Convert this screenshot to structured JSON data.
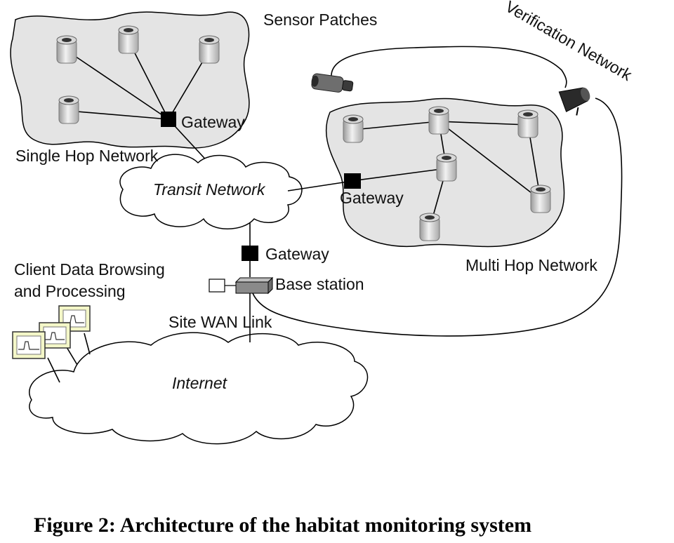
{
  "labels": {
    "sensor_patches": "Sensor Patches",
    "verification_network": "Verification Network",
    "single_hop_network": "Single Hop Network",
    "gateway_single": "Gateway",
    "transit_network": "Transit Network",
    "gateway_multi": "Gateway",
    "multi_hop_network": "Multi Hop Network",
    "gateway_base": "Gateway",
    "base_station": "Base station",
    "client_line1": "Client Data Browsing",
    "client_line2": "and Processing",
    "site_wan_link": "Site WAN Link",
    "internet": "Internet"
  },
  "caption": "Figure 2: Architecture of the habitat monitoring system",
  "colors": {
    "patch_fill": "#e4e4e4",
    "gateway": "#000000",
    "base_station": "#8a8a8a",
    "monitor_fill": "#f4f7c8"
  }
}
